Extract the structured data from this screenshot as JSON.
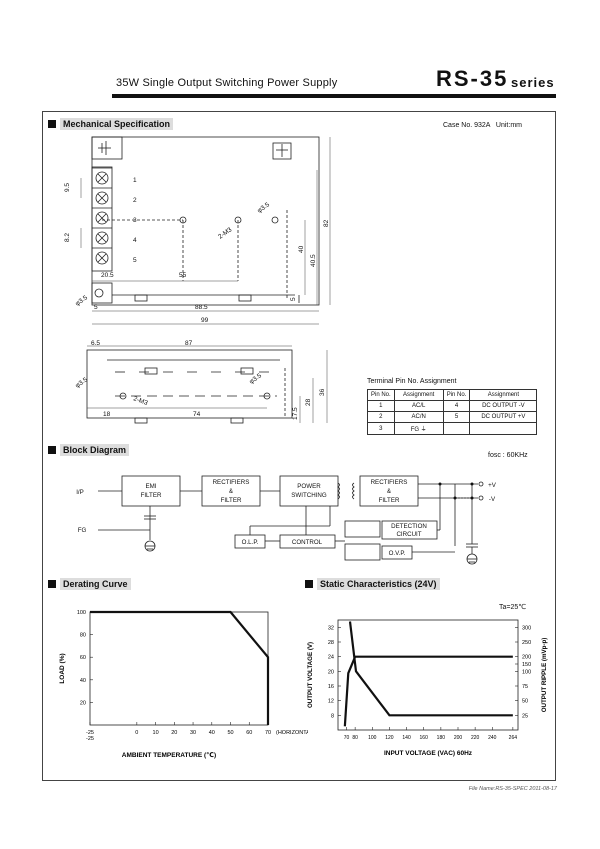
{
  "header": {
    "title": "35W Single Output Switching Power Supply",
    "model": "RS-35",
    "series": "series"
  },
  "mechanical": {
    "heading": "Mechanical Specification",
    "case_info": "Case No. 932A   Unit:mm",
    "top_view": {
      "terminal_numbers": [
        "1",
        "2",
        "3",
        "4",
        "5"
      ],
      "dims": {
        "d95": "9.5",
        "d82a": "8.2",
        "d205": "20.5",
        "d55": "55",
        "d40": "40",
        "d405": "40.5",
        "d82": "82",
        "d5a": "5",
        "d5b": "5",
        "d885": "88.5",
        "d99": "99",
        "hole35a": "φ3.5",
        "hole35b": "φ3.5",
        "m3": "2-M3"
      }
    },
    "side_view": {
      "dims": {
        "d65": "6.5",
        "d87": "87",
        "hole35a": "φ3.5",
        "hole35b": "φ3.5",
        "m3": "2-M3",
        "d18": "18",
        "d74": "74",
        "d175": "17.5",
        "d28": "28",
        "d36": "36"
      }
    },
    "pin_table": {
      "title": "Terminal Pin No.  Assignment",
      "headers": [
        "Pin No.",
        "Assignment",
        "Pin No.",
        "Assignment"
      ],
      "rows": [
        [
          "1",
          "AC/L",
          "4",
          "DC OUTPUT -V"
        ],
        [
          "2",
          "AC/N",
          "5",
          "DC OUTPUT +V"
        ],
        [
          "3",
          "FG ⏚",
          "",
          ""
        ]
      ]
    }
  },
  "block": {
    "heading": "Block Diagram",
    "fosc": "fosc : 60KHz",
    "labels": {
      "ip": "I/P",
      "fg": "FG",
      "emi1": "EMI",
      "emi2": "FILTER",
      "rf1a": "RECTIFIERS",
      "rf1b": "&",
      "rf1c": "FILTER",
      "ps1": "POWER",
      "ps2": "SWITCHING",
      "rf2a": "RECTIFIERS",
      "rf2b": "&",
      "rf2c": "FILTER",
      "plusv": "+V",
      "minusv": "-V",
      "olp": "O.L.P.",
      "control": "CONTROL",
      "det1": "DETECTION",
      "det2": "CIRCUIT",
      "ovp": "O.V.P."
    }
  },
  "derating": {
    "heading": "Derating Curve",
    "chart_data": {
      "type": "line",
      "xlabel": "AMBIENT TEMPERATURE (℃)",
      "ylabel": "LOAD (%)",
      "x_ticks": [
        "-25",
        "0",
        "10",
        "20",
        "30",
        "40",
        "50",
        "60",
        "70"
      ],
      "x_tick_sub": "-25",
      "x_axis_note": "(HORIZONTAL)",
      "y_ticks": [
        "20",
        "40",
        "60",
        "80",
        "100"
      ],
      "xlim": [
        -25,
        70
      ],
      "ylim": [
        0,
        100
      ],
      "series": [
        {
          "x": [
            -25,
            50,
            70,
            70
          ],
          "y": [
            100,
            100,
            60,
            0
          ]
        }
      ]
    }
  },
  "static": {
    "heading": "Static Characteristics (24V)",
    "ta": "Ta=25℃",
    "chart_data": {
      "type": "line",
      "xlabel": "INPUT VOLTAGE (VAC) 60Hz",
      "ylabel": "OUTPUT VOLTAGE (V)",
      "y2label": "OUTPUT RIPPLE (mVp-p)",
      "x_ticks": [
        "70",
        "80",
        "100",
        "120",
        "140",
        "160",
        "180",
        "200",
        "220",
        "240",
        "264"
      ],
      "y_ticks": [
        "8",
        "12",
        "16",
        "20",
        "24",
        "28",
        "32"
      ],
      "y2_ticks": [
        "25",
        "50",
        "75",
        "100",
        "150",
        "200",
        "250",
        "300"
      ],
      "series": [
        {
          "axis": "left",
          "x": [
            68,
            72,
            80,
            264
          ],
          "y": [
            5,
            19.5,
            24,
            24
          ]
        },
        {
          "axis": "right",
          "x": [
            74,
            81,
            120,
            264
          ],
          "y": [
            320,
            100,
            25,
            25
          ]
        }
      ]
    }
  },
  "footer": "File Name:RS-35-SPEC   2011-08-17"
}
